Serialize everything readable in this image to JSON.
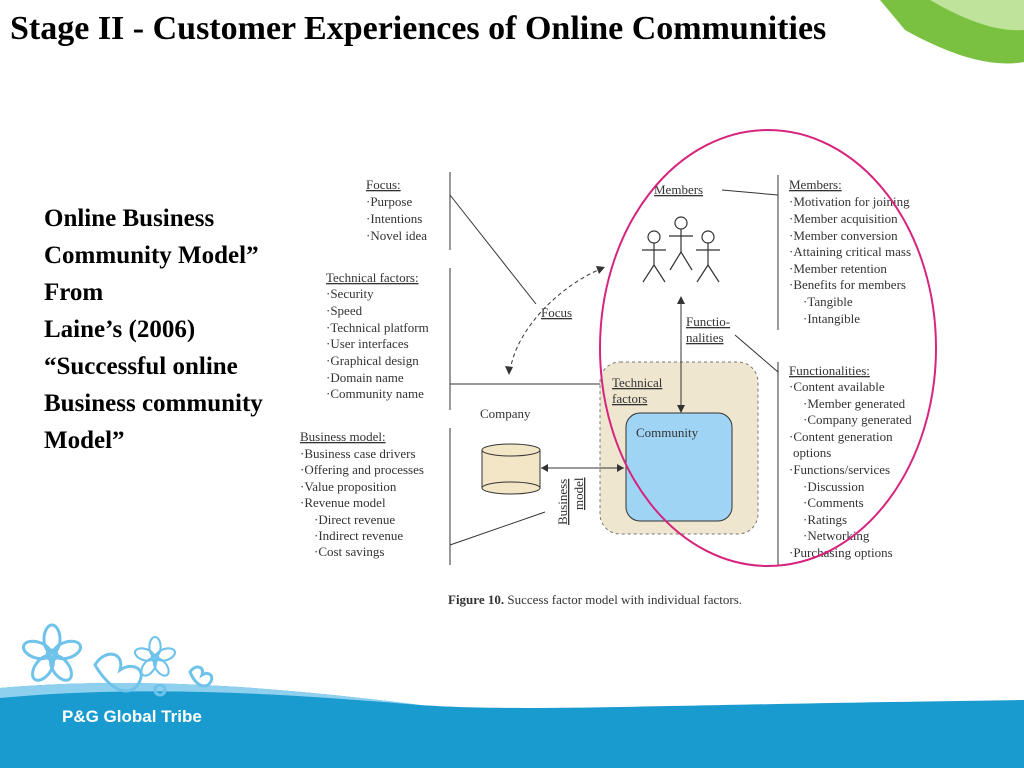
{
  "slide": {
    "title": "Stage II - Customer Experiences of Online Communities",
    "left_lines": [
      "Online Business",
      "Community Model”",
      "From",
      "Laine’s (2006)",
      "“Successful online",
      "Business community",
      "Model”"
    ],
    "footer": "P&G Global Tribe"
  },
  "colors": {
    "accent_teal": "#1a9bd0",
    "accent_green": "#7ac142",
    "highlight_ellipse": "#d6257e",
    "community_box": "#9fd4f5",
    "technical_box": "#efe6cf"
  },
  "figure": {
    "focus": {
      "heading": "Focus:",
      "items": [
        "·Purpose",
        "·Intentions",
        "·Novel idea"
      ]
    },
    "technical": {
      "heading": "Technical factors:",
      "items": [
        "·Security",
        "·Speed",
        "·Technical platform",
        "·User interfaces",
        "·Graphical design",
        "·Domain name",
        "·Community name"
      ]
    },
    "business": {
      "heading": "Business model:",
      "items": [
        "·Business case drivers",
        "·Offering and processes",
        "·Value proposition",
        "·Revenue model",
        "·Direct revenue",
        "·Indirect revenue",
        "·Cost savings"
      ]
    },
    "members": {
      "heading": "Members:",
      "items": [
        "·Motivation for joining",
        "·Member acquisition",
        "·Member conversion",
        "·Attaining critical mass",
        "·Member retention",
        "·Benefits for members",
        "·Tangible",
        "·Intangible"
      ]
    },
    "functionalities": {
      "heading": "Functionalities:",
      "items": [
        "·Content available",
        "·Member generated",
        "·Company generated",
        "·Content generation",
        "options",
        "·Functions/services",
        "·Discussion",
        "·Comments",
        "·Ratings",
        "·Networking",
        "·Purchasing options"
      ]
    },
    "center": {
      "members_label": "Members",
      "focus_label": "Focus",
      "functio_label_1": "Functio-",
      "functio_label_2": "nalities",
      "technical_label_1": "Technical",
      "technical_label_2": "factors",
      "company_label": "Company",
      "community_label": "Community",
      "business_label_1": "Business",
      "business_label_2": "model"
    },
    "caption_bold": "Figure 10.",
    "caption_rest": " Success factor model with individual factors."
  }
}
